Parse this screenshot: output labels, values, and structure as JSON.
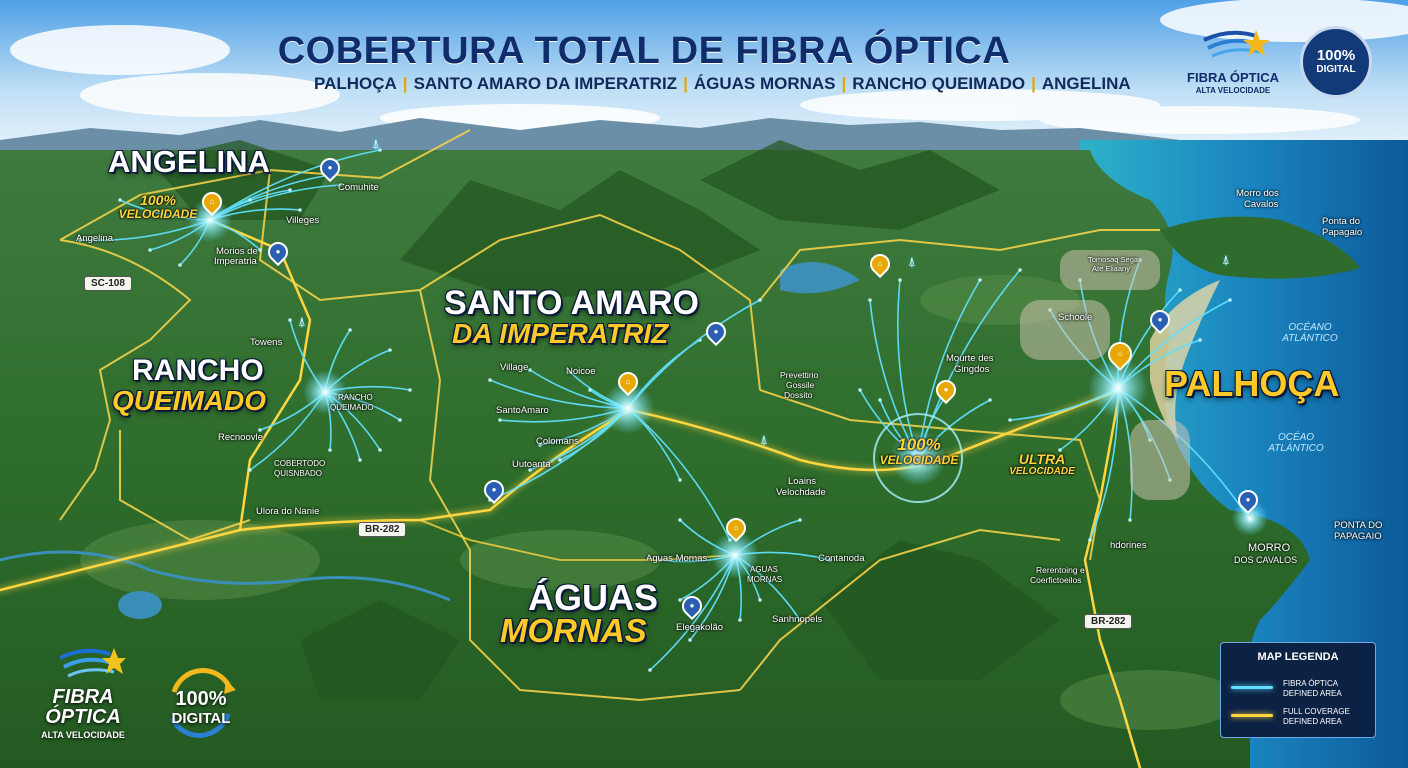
{
  "header": {
    "title": "COBERTURA TOTAL DE FIBRA ÓPTICA",
    "cities": [
      "PALHOÇA",
      "SANTO AMARO DA IMPERATRIZ",
      "ÁGUAS MORNAS",
      "RANCHO QUEIMADO",
      "ANGELINA"
    ]
  },
  "top_logo": {
    "line1": "FIBRA ÓPTICA",
    "line2": "ALTA VELOCIDADE"
  },
  "top_badge": {
    "line1": "100%",
    "line2": "DIGITAL"
  },
  "regions": {
    "angelina": "ANGELINA",
    "rancho_1": "RANCHO",
    "rancho_2": "QUEIMADO",
    "santo_1": "SANTO AMARO",
    "santo_2": "DA IMPERATRIZ",
    "aguas_1": "ÁGUAS",
    "aguas_2": "MORNAS",
    "palhoca": "PALHOÇA"
  },
  "speed_labels": {
    "angelina_1": "100%",
    "angelina_2": "VELOCIDADE",
    "center_1": "100%",
    "center_2": "VELOCIDADE",
    "ultra_1": "ULTRA",
    "ultra_2": "VELOCIDADE"
  },
  "places": {
    "angelina": "Angelina",
    "comunhite": "Comuhite",
    "villeges": "Villeges",
    "morios": "Morios de",
    "imperatria": "Imperatria",
    "towens": "Towens",
    "rancho_hub_1": "RANCHO",
    "rancho_hub_2": "QUEIMADO",
    "recnoovle": "Recnoovle",
    "cobertodo_1": "COBERTODO",
    "cobertodo_2": "QUISNBADO",
    "ulora": "Ulora do Nanie",
    "village": "Village",
    "noicoe": "Noicoe",
    "santoamaro": "SantoAmaro",
    "colomans": "Colomans",
    "uutoanta": "Uutoanta",
    "aguasmornas": "Aguas Mornas",
    "aguas_hub_1": "AGUAS",
    "aguas_hub_2": "MORNAS",
    "contanoda": "Contanoda",
    "elegakolao": "Elegakolão",
    "sanhnopels": "Sanhnopels",
    "loains_1": "Loains",
    "loains_2": "Velochdade",
    "prevettirio_1": "Prevettirio",
    "prevettirio_2": "Gossile",
    "prevettirio_3": "Dossito",
    "mourte_1": "Mourte des",
    "mourte_2": "Gingdos",
    "schoole": "Schoole",
    "tomosaq_1": "Tomosaq Sega",
    "tomosaq_2": "Ate Eliaany",
    "hdorines": "hdorines",
    "rerentoing_1": "Rerentoing e",
    "rerentoing_2": "Coerfictoeilos",
    "morro_east_1": "Morro dos",
    "morro_east_2": "Cavalos",
    "ponta_east_1": "Ponta do",
    "ponta_east_2": "Papagaio",
    "morro_south_1": "MORRO",
    "morro_south_2": "DOS CAVALOS",
    "ponta_south_1": "PONTA DO",
    "ponta_south_2": "PAPAGAIO"
  },
  "oceans": {
    "o1_1": "OCÉANO",
    "o1_2": "ATLÁNTICO",
    "o2_1": "OCÉAO",
    "o2_2": "ATLÁNTICO"
  },
  "roads": {
    "sc108": "SC-108",
    "br282_a": "BR-282",
    "br282_b": "BR-282"
  },
  "legend": {
    "title": "MAP LEGENDA",
    "item1_1": "FIBRA ÓPTICA",
    "item1_2": "DEFINED AREA",
    "item2_1": "FULL COVERAGE",
    "item2_2": "DEFINED AREA",
    "fiber_color": "#5fe0ff",
    "coverage_color": "#ffd640"
  },
  "bottom_logo": {
    "line1": "FIBRA",
    "line2": "ÓPTICA",
    "line3": "ALTA VELOCIDADE"
  },
  "bottom_badge": {
    "line1": "100%",
    "line2": "DIGITAL"
  },
  "colors": {
    "title": "#0f2c6b",
    "accent": "#ffc928",
    "fiber": "#5fe0ff",
    "route": "#ffd640",
    "ocean": "#1e8fc8"
  }
}
